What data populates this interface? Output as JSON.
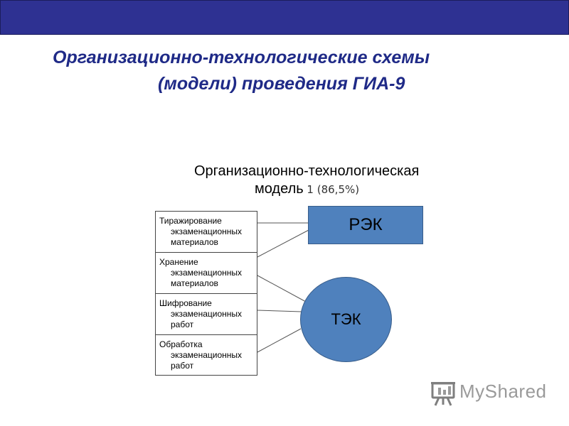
{
  "slide": {
    "title_line_1": "Организационно-технологические схемы",
    "title_line_2": "(модели) проведения ГИА-9",
    "header_bar_color": "#2e3192",
    "title_color": "#1f2a87"
  },
  "diagram": {
    "caption_line_1": "Организационно-технологическая",
    "caption_line_2_word": "модель",
    "caption_line_2_share": " 1 (86,5%)",
    "functions": [
      {
        "line1": "Тиражирование",
        "line2": "экзаменационных",
        "line3": "материалов"
      },
      {
        "line1": "Хранение",
        "line2": "экзаменационных",
        "line3": "материалов"
      },
      {
        "line1": "Шифрование",
        "line2": "экзаменационных",
        "line3": "работ"
      },
      {
        "line1": "Обработка",
        "line2": "экзаменационных",
        "line3": "работ"
      }
    ],
    "nodes": {
      "rek_label": "РЭК",
      "tek_label": "ТЭК"
    },
    "node_color": "#4f81bd",
    "edges": [
      {
        "from": "Тиражирование экзаменационных материалов",
        "to": "РЭК"
      },
      {
        "from": "Хранение экзаменационных материалов",
        "to": "РЭК"
      },
      {
        "from": "Хранение экзаменационных материалов",
        "to": "ТЭК"
      },
      {
        "from": "Шифрование экзаменационных работ",
        "to": "ТЭК"
      },
      {
        "from": "Обработка экзаменационных работ",
        "to": "ТЭК"
      }
    ]
  },
  "watermark": {
    "icon": "presentation-board-icon",
    "text": "MyShared"
  }
}
